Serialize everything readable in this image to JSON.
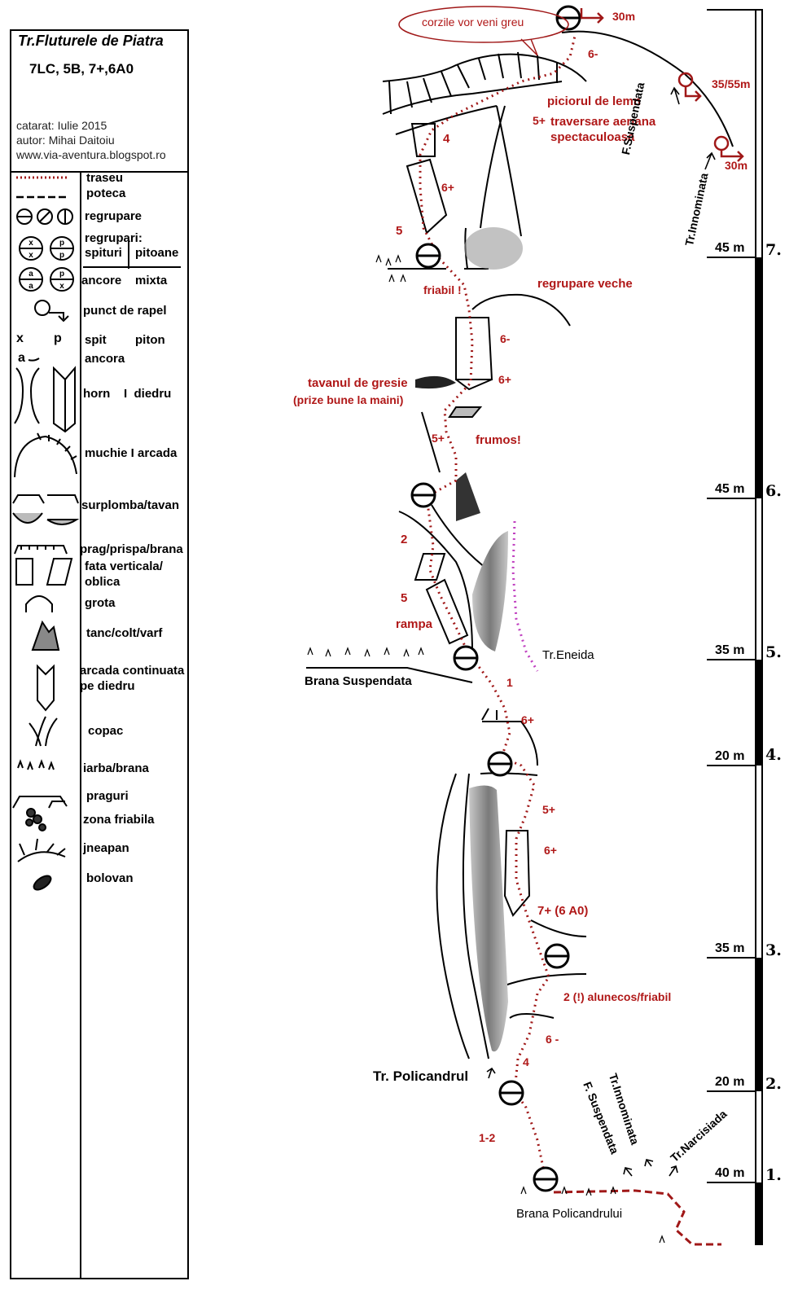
{
  "legend": {
    "title": "Tr.Fluturele de Piatra",
    "grade": "7LC, 5B, 7+,6A0",
    "date": "catarat: Iulie 2015",
    "author": "autor: Mihai Daitoiu",
    "website": "www.via-aventura.blogspot.ro",
    "items": {
      "traseu": "traseu",
      "poteca": "poteca",
      "regrupare": "regrupare",
      "regrupari": "regrupari:",
      "spituri": "spituri",
      "pitoane": "pitoane",
      "ancore": "ancore",
      "mixta": "mixta",
      "rapel": "punct de rapel",
      "spit": "spit",
      "piton": "piton",
      "ancora": "ancora",
      "horn_diedru": "horn    I  diedru",
      "muchie": "muchie I arcada",
      "surplomba": "surplomba/tavan",
      "prag": "prag/prispa/brana",
      "fata1": "fata verticala/",
      "fata2": "oblica",
      "grota": "grota",
      "tanc": "tanc/colt/varf",
      "arcada1": "arcada continuata",
      "arcada2": "pe diedru",
      "copac": "copac",
      "iarba": "iarba/brana",
      "praguri": "praguri",
      "friabila": "zona friabila",
      "jneapan": "jneapan",
      "bolovan": "bolovan"
    },
    "symbols": {
      "x": "x",
      "p": "p",
      "a": "a"
    }
  },
  "topo": {
    "bubble": "corzile vor veni greu",
    "rappel_30m_top": "30m",
    "rappel_35_55": "35/55m",
    "rappel_30m_right": "30m",
    "grade_6m_top": "6-",
    "piciorul": "piciorul de lemn",
    "trav_grade": "5+",
    "trav1": "traversare aeriana",
    "trav2": "spectaculoasa",
    "f_suspendata_top": "F.Suspendata",
    "tr_innominata_top": "Tr.Innominata",
    "grade_4": "4",
    "grade_6p_a": "6+",
    "grade_5_a": "5",
    "friabil": "friabil !",
    "regrupare_veche": "regrupare veche",
    "grade_6m_b": "6-",
    "grade_6p_b": "6+",
    "tavan1": "tavanul de gresie",
    "tavan2": "(prize bune la maini)",
    "grade_5p_b": "5+",
    "frumos": "frumos!",
    "grade_2_a": "2",
    "grade_5_b": "5",
    "rampa": "rampa",
    "tr_eneida": "Tr.Eneida",
    "brana_suspendata": "Brana Suspendata",
    "grade_1": "1",
    "grade_6p_c": "6+",
    "grade_5p_c": "5+",
    "grade_6p_d": "6+",
    "grade_7p": "7+ (6 A0)",
    "alunecos": "2 (!) alunecos/friabil",
    "grade_6m_c": "6 -",
    "grade_4_b": "4",
    "tr_policandrul": "Tr. Policandrul",
    "grade_1_2": "1-2",
    "f_suspendata_bot": "F. Suspendata",
    "tr_innominata_bot": "Tr.Innominata",
    "tr_narcisiada": "Tr.Narcisiada",
    "brana_policandrului": "Brana Policandrului"
  },
  "scale": [
    {
      "len": "45 m",
      "pitch": "7."
    },
    {
      "len": "45 m",
      "pitch": "6."
    },
    {
      "len": "35 m",
      "pitch": "5."
    },
    {
      "len": "20 m",
      "pitch": "4."
    },
    {
      "len": "35 m",
      "pitch": "3."
    },
    {
      "len": "20 m",
      "pitch": "2."
    },
    {
      "len": "40 m",
      "pitch": "1."
    }
  ],
  "colors": {
    "route": "#a01818",
    "label_red": "#b01818",
    "alt_route": "#c040c0"
  }
}
